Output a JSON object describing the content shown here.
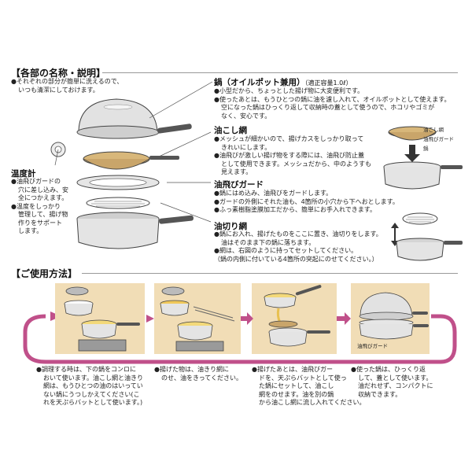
{
  "parts": {
    "title": "【各部の名称・説明】",
    "intro": [
      "●それぞれの部分が簡単に洗えるので、",
      "いつも清潔にしておけます。"
    ],
    "thermometer": {
      "label": "温度計",
      "desc": [
        "●油飛びガードの",
        "穴に差し込み、安",
        "全につかえます。",
        "●温度をしっかり",
        "管理して、揚げ物",
        "作りをサポート",
        "します。"
      ]
    },
    "pot": {
      "label": "鍋",
      "label_sub": "（オイルポット兼用）",
      "note": "（適正容量1.0ℓ）",
      "desc": [
        "●小型だから、ちょっとした揚げ物に大変便利です。",
        "●使ったあとは、もうひとつの鍋に油を濾し入れて、オイルポットとして使えます。",
        "空になった鍋はひっくり返して収納時の蓋として使うので、ホコリやゴミが",
        "なく、安心です。"
      ]
    },
    "strainer": {
      "label": "油こし網",
      "desc": [
        "●メッシュが細かいので、揚げカスをしっかり取って",
        "きれいにします。",
        "●油飛びが激しい揚げ物をする際には、油飛び防止蓋",
        "として使用できます。メッシュだから、中のようすも",
        "見えます。"
      ]
    },
    "guard": {
      "label": "油飛びガード",
      "desc": [
        "●鍋にはめ込み、油飛びをガードします。",
        "●ガードの外側にそれた油も、4箇所の小穴から下へおとします。",
        "●ふっ素樹脂塗膜加工だから、簡単にお手入れできます。"
      ]
    },
    "drain": {
      "label": "油切り網",
      "desc": [
        "●鍋にお入れ、揚げたものをここに置き、油切りをします。",
        "油はそのまま下の鍋に落ちます。",
        "●網は、右図のように持ってセットしてください。",
        "（鍋の内側に付いている4箇所の突起にのせてください。）"
      ]
    },
    "side_labels": [
      "油こし網",
      "油飛びガード",
      "鍋"
    ]
  },
  "usage": {
    "title": "【ご使用方法】",
    "panel4_label": "油飛びガード",
    "steps": [
      {
        "lines": [
          "●調理する時は、下の鍋をコンロに",
          "おいて使います。油こし網と油きり",
          "網は、もうひとつの油のはいってい",
          "ない鍋にうつしかえてください(こ",
          "れを天ぷらバットとして使います。)"
        ]
      },
      {
        "lines": [
          "●揚げた物は、油きり網に",
          "のせ、油をきってください。"
        ]
      },
      {
        "lines": [
          "●揚げたあとは、油飛びガー",
          "ドを、天ぷらバットとして使っ",
          "た鍋にセットして、油こし",
          "網をのせます。油を別の鍋",
          "から油こし網に流し入れてください。"
        ]
      },
      {
        "lines": [
          "●使った鍋は、ひっくり返",
          "して、蓋として使います。",
          "油だれせず、コンパクトに",
          "収納できます。"
        ]
      }
    ]
  },
  "colors": {
    "panel": "#f1ddb6",
    "loop": "#c0508a",
    "metal": "#d9d9d9",
    "handle": "#555555"
  }
}
